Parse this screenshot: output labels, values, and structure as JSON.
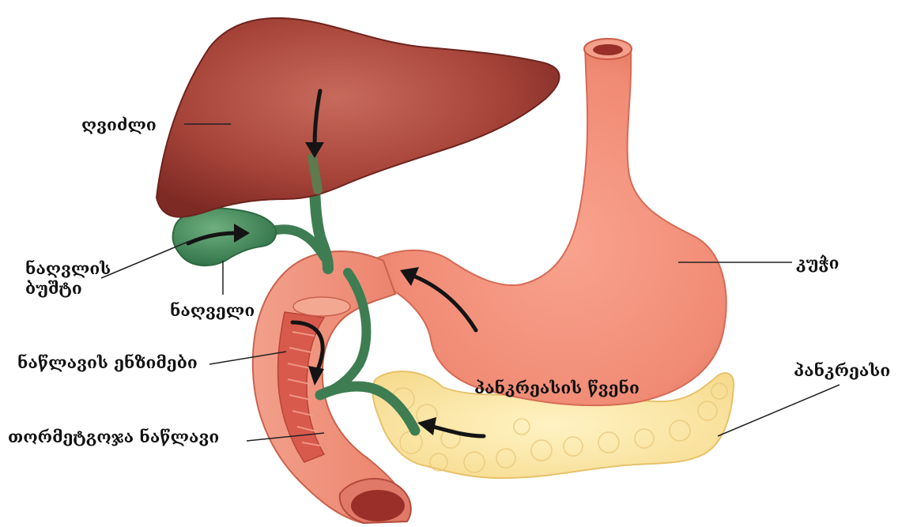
{
  "labels": {
    "liver": "ღვიძლი",
    "gallbladder_line1": "ნაღვლის",
    "gallbladder_line2": "ბუშტი",
    "bile": "ნაღველი",
    "intestinal_enzymes": "ნაწლავის ენზიმები",
    "duodenum": "თორმეტგოჯა ნაწლავი",
    "stomach": "კუჭი",
    "pancreatic_juice": "პანკრეასის წვენი",
    "pancreas": "პანკრეასი"
  },
  "colors": {
    "liver": "#a8453a",
    "gallbladder": "#3f8a5a",
    "bile_duct": "#3e7d52",
    "stomach": "#f08a74",
    "duodenum": "#ee8d78",
    "duodenum_interior": "#d85a4c",
    "pancreas": "#fbe7a6",
    "arrow": "#141414",
    "label_text": "#111111"
  }
}
